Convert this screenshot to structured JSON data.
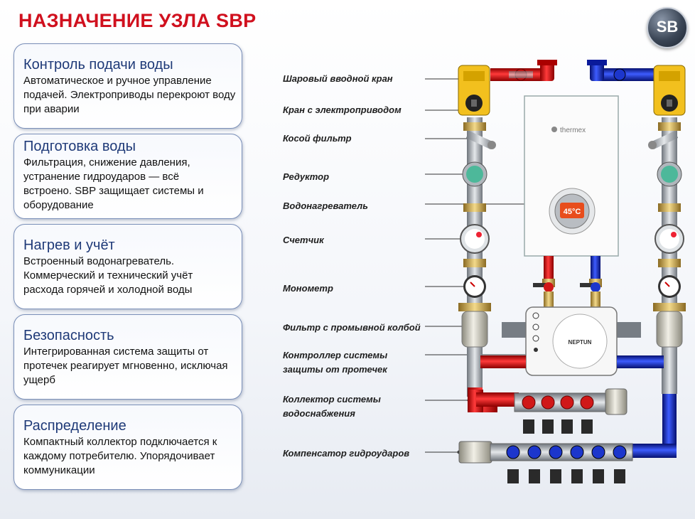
{
  "header": {
    "title": "НАЗНАЧЕНИЕ УЗЛА SBP",
    "logo_text": "SB"
  },
  "cards": [
    {
      "title": "Контроль подачи воды",
      "text": "Автоматическое и ручное управление подачей. Электроприводы перекроют воду при аварии"
    },
    {
      "title": "Подготовка воды",
      "text": "Фильтрация, снижение давления, устранение гидроударов — всё встроено. SBP защищает системы и оборудование"
    },
    {
      "title": "Нагрев и учёт",
      "text": "Встроенный водонагреватель. Коммерческий и технический учёт расхода горячей и холодной воды"
    },
    {
      "title": "Безопасность",
      "text": "Интегрированная система защиты от протечек реагирует мгновенно, исключая ущерб"
    },
    {
      "title": "Распределение",
      "text": "Компактный коллектор подключается к каждому потребителю. Упорядочивает коммуникации"
    }
  ],
  "labels": [
    {
      "line1": "Шаровый вводной кран",
      "line2": ""
    },
    {
      "line1": "Кран с электроприводом",
      "line2": ""
    },
    {
      "line1": "Косой фильтр",
      "line2": ""
    },
    {
      "line1": "Редуктор",
      "line2": ""
    },
    {
      "line1": "Водонагреватель",
      "line2": ""
    },
    {
      "line1": "Счетчик",
      "line2": ""
    },
    {
      "line1": "Монометр",
      "line2": ""
    },
    {
      "line1": "Фильтр с промывной колбой",
      "line2": ""
    },
    {
      "line1": "Контроллер системы",
      "line2": "защиты от протечек"
    },
    {
      "line1": "Коллектор системы",
      "line2": "водоснабжения"
    },
    {
      "line1": "Компенсатор гидроударов",
      "line2": ""
    }
  ],
  "heater": {
    "brand": "thermex",
    "display_value": "45°C"
  },
  "controller": {
    "brand": "NEPTUN"
  },
  "colors": {
    "title": "#d0101e",
    "hot_pipe": "#e01818",
    "cold_pipe": "#1a3ad6",
    "card_title": "#1f3a78",
    "valve_yellow": "#f2c01e"
  }
}
